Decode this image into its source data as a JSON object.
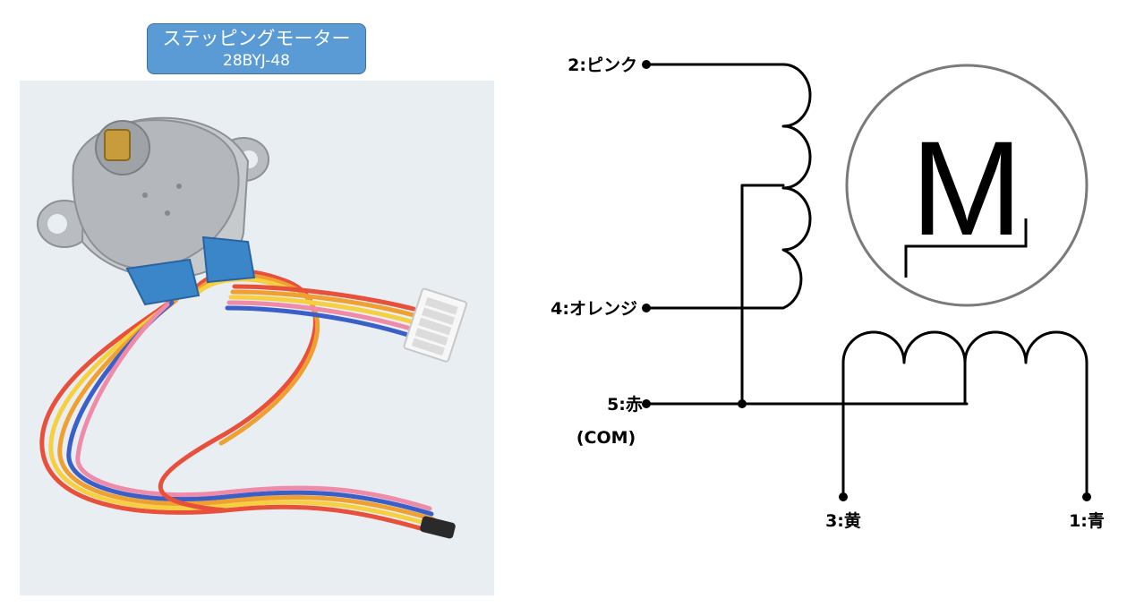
{
  "title": {
    "name": "ステッピングモーター",
    "model": "28BYJ-48"
  },
  "schematic": {
    "motor_symbol": "M",
    "pins": {
      "pink": "2:ピンク",
      "orange": "4:オレンジ",
      "red": "5:赤",
      "com": "(COM)",
      "yellow": "3:黄",
      "blue": "1:青"
    }
  },
  "photo": {
    "subject": "28BYJ-48 stepper motor with five-wire cable and white connector",
    "wire_colors": [
      "#e8503c",
      "#f0a030",
      "#f6d040",
      "#ef8aa8",
      "#3a5fc8"
    ]
  }
}
